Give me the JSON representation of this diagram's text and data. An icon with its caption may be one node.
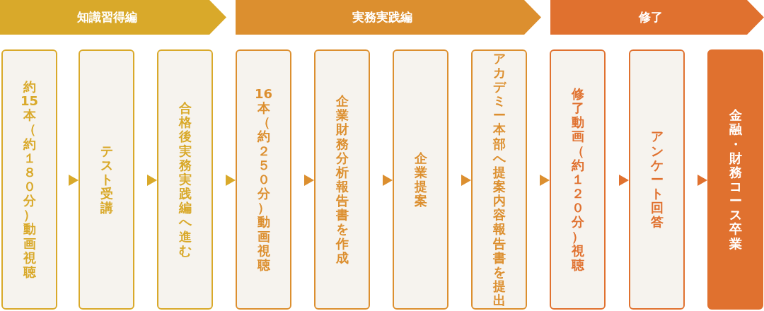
{
  "diagram": {
    "nodes": [
      {
        "text": [
          "知識習得編"
        ]
      },
      {
        "text": [
          "実務実践編"
        ]
      },
      {
        "text": [
          "修了"
        ]
      },
      {
        "text": [
          "約15本（約１８０分）動画視聴"
        ]
      },
      {
        "text": [
          "テスト受講"
        ]
      },
      {
        "text": [
          "合格後実務実践編へ進む"
        ]
      },
      {
        "text": [
          "16本（約２５０分）動画視聴"
        ]
      },
      {
        "text": [
          "企業財務分析報告書を作成"
        ]
      },
      {
        "text": [
          "企業提案"
        ]
      },
      {
        "text": [
          "アカデミー本部へ提案内容報告書を提出"
        ]
      },
      {
        "text": [
          "修了動画（約１２０分）視聴"
        ]
      },
      {
        "text": [
          "アンケート回答"
        ]
      },
      {
        "text": [
          "金融・財務コース卒業"
        ]
      }
    ],
    "edges": [
      {
        "from": 3,
        "to": 4,
        "arrow": "to"
      },
      {
        "from": 4,
        "to": 5,
        "arrow": "to"
      },
      {
        "from": 5,
        "to": 6,
        "arrow": "to"
      },
      {
        "from": 6,
        "to": 7,
        "arrow": "to"
      },
      {
        "from": 7,
        "to": 8,
        "arrow": "to"
      },
      {
        "from": 8,
        "to": 9,
        "arrow": "to"
      },
      {
        "from": 9,
        "to": 10,
        "arrow": "to"
      },
      {
        "from": 10,
        "to": 11,
        "arrow": "to"
      },
      {
        "from": 11,
        "to": 12,
        "arrow": "to"
      }
    ]
  }
}
